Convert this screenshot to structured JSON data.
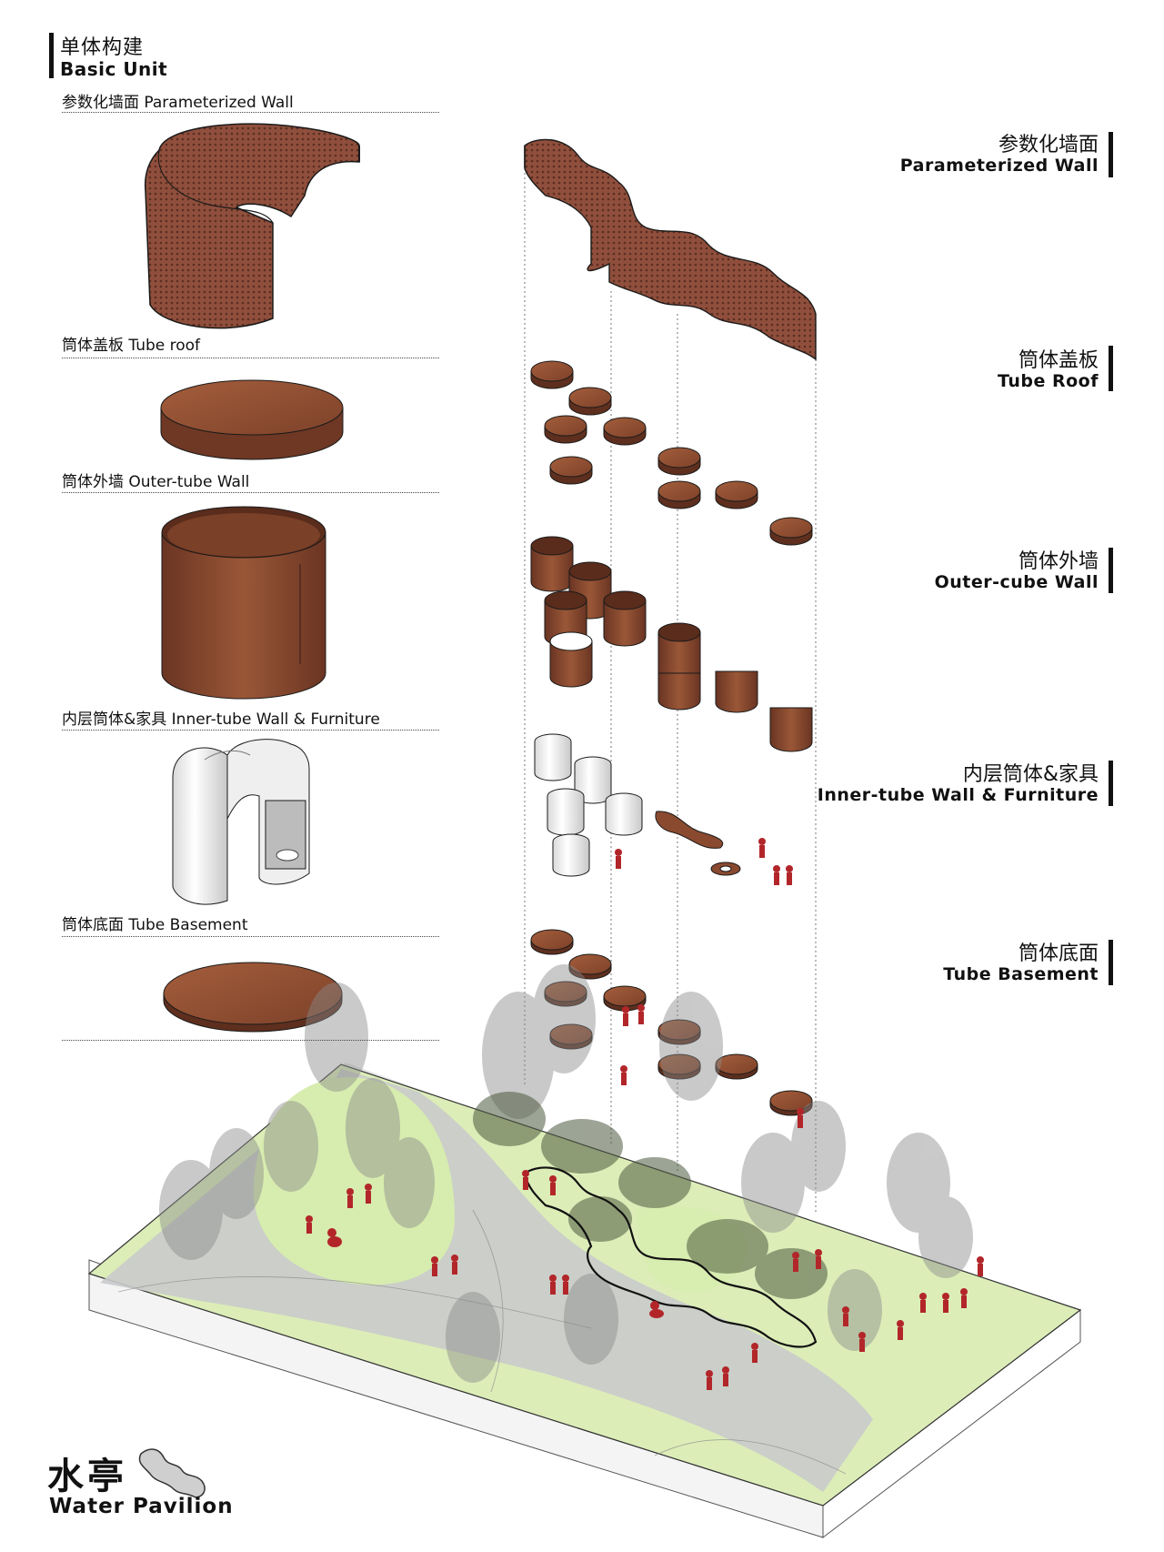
{
  "header": {
    "title_zh": "单体构建",
    "title_en": "Basic Unit"
  },
  "units": [
    {
      "label": "参数化墙面 Parameterized Wall"
    },
    {
      "label": "筒体盖板 Tube roof"
    },
    {
      "label": "筒体外墙 Outer-tube Wall"
    },
    {
      "label": "内层筒体&家具 Inner-tube Wall & Furniture"
    },
    {
      "label": "筒体底面 Tube Basement"
    }
  ],
  "layers": [
    {
      "zh": "参数化墙面",
      "en": "Parameterized Wall"
    },
    {
      "zh": "筒体盖板",
      "en": "Tube Roof"
    },
    {
      "zh": "筒体外墙",
      "en": "Outer-cube Wall"
    },
    {
      "zh": "内层筒体&家具",
      "en": "Inner-tube Wall & Furniture"
    },
    {
      "zh": "筒体底面",
      "en": "Tube Basement"
    }
  ],
  "project": {
    "name_zh": "水亭",
    "name_en": "Water Pavilion"
  },
  "colors": {
    "corten": "#8a4a30",
    "corten_dark": "#5e2f1e",
    "grass": "#d8ecb0",
    "paving": "#c9cacb",
    "figure": "#b2262a"
  }
}
